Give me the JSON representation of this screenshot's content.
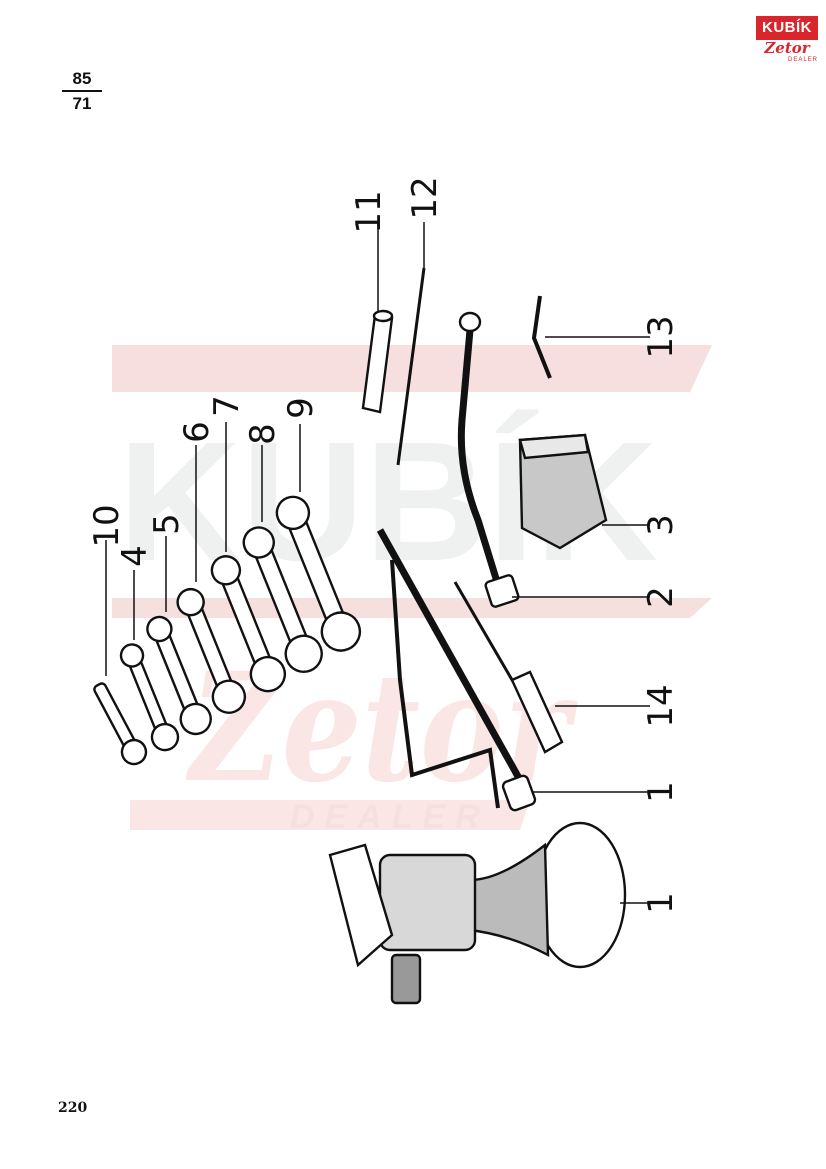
{
  "logo": {
    "brand": "KUBÍK",
    "sub_brand": "Zetor",
    "tagline": "DEALER"
  },
  "watermark": {
    "brand": "KUBÍK",
    "sub_brand": "Zetor",
    "tagline": "DEALER"
  },
  "figure_ref": {
    "numerator": "85",
    "denominator": "71"
  },
  "callouts": [
    "1",
    "1",
    "14",
    "2",
    "3",
    "13",
    "12",
    "11",
    "9",
    "8",
    "7",
    "6",
    "5",
    "4",
    "10"
  ],
  "page_number": "220",
  "colors": {
    "brand_red": "#d8262c",
    "watermark_red": "#f6dcdc",
    "watermark_grey": "#eef0f0",
    "ink": "#111111"
  }
}
